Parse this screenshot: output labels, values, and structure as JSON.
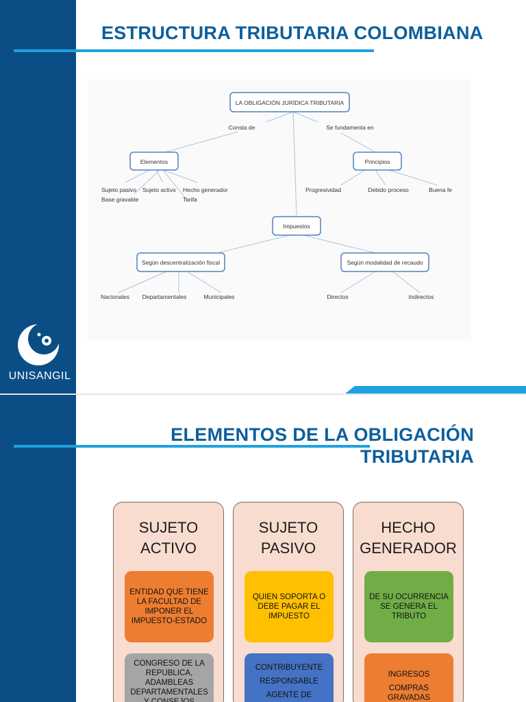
{
  "slide1": {
    "title": "ESTRUCTURA TRIBUTARIA COLOMBIANA",
    "logo_text": "UNISANGIL",
    "concept_map": {
      "root": "LA OBLIGACIÓN JURÍDICA TRIBUTARIA",
      "link_left": "Consta de",
      "link_right": "Se fundamenta en",
      "elementos": "Elementos",
      "principios": "Principios",
      "sujeto_pasivo": "Sujeto pasivo",
      "sujeto_activo": "Sujeto activo",
      "hecho_generador": "Hecho generador",
      "base_gravable": "Base gravable",
      "tarifa": "Tarifa",
      "progresividad": "Progresividad",
      "debido_proceso": "Debido proceso",
      "buena_fe": "Buena fe",
      "impuestos": "Impuestos",
      "descentralizacion": "Según descentralización fiscal",
      "modalidad": "Según modalidad de recaudo",
      "nacionales": "Nacionales",
      "departamentales": "Departamentales",
      "municipales": "Municipales",
      "directos": "Directos",
      "indirectos": "Indirectos"
    }
  },
  "slide2": {
    "title_line1": "ELEMENTOS DE LA OBLIGACIÓN",
    "title_line2": "TRIBUTARIA",
    "columns": [
      {
        "heading": "SUJETO\nACTIVO",
        "box1": "ENTIDAD QUE TIENE\nLA FACULTAD DE\nIMPONER EL\nIMPUESTO-ESTADO",
        "box2": "CONGRESO DE LA\nREPUBLICA,\nADAMBLEAS\nDEPARTAMENTALES\nY CONSEJOS"
      },
      {
        "heading": "SUJETO\nPASIVO",
        "box1": "QUIEN SOPORTA O\nDEBE PAGAR EL\nIMPUESTO",
        "box2_items": [
          "CONTRIBUYENTE",
          "RESPONSABLE",
          "AGENTE DE"
        ]
      },
      {
        "heading": "HECHO\nGENERADOR",
        "box1": "DE SU OCURRENCIA\nSE GENERA EL\nTRIBUTO",
        "box2_items": [
          "INGRESOS",
          "COMPRAS\nGRAVADAS"
        ]
      }
    ],
    "colors": {
      "orange": "#ed7d31",
      "gray": "#a5a5a5",
      "yellow": "#ffc000",
      "blue": "#4472c4",
      "green": "#70ad47",
      "column_bg": "#f8dccf"
    }
  },
  "theme": {
    "sidebar": "#0b4e86",
    "accent": "#1fa1e0",
    "title": "#0c5f9c"
  }
}
